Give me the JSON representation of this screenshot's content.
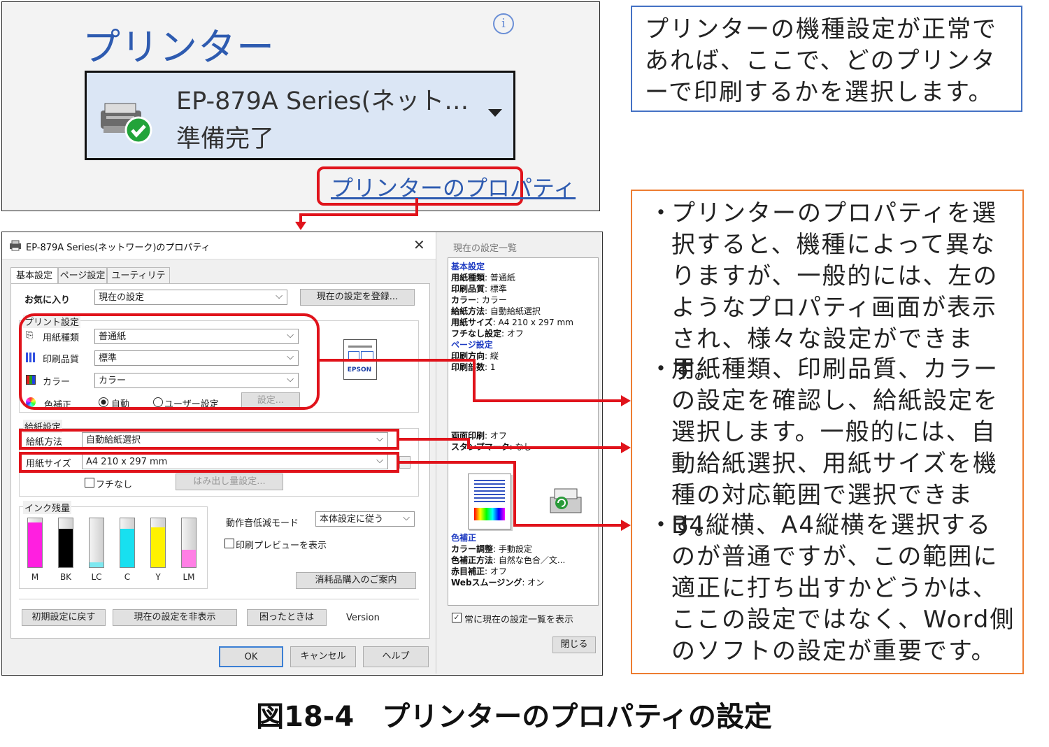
{
  "top_panel": {
    "heading": "プリンター",
    "printer_name": "EP-879A Series(ネット…",
    "printer_status": "準備完了",
    "properties_link": "プリンターのプロパティ",
    "info_icon": "i"
  },
  "callout_top": "プリンターの機種設定が正常であれば、ここで、どのプリンターで印刷するかを選択します。",
  "callout_bullets": [
    "プリンターのプロパティを選択すると、機種によって異なりますが、一般的には、左のようなプロパティ画面が表示され、様々な設定ができます。",
    "用紙種類、印刷品質、カラーの設定を確認し、給紙設定を選択します。一般的には、自動給紙選択、用紙サイズを機種の対応範囲で選択できます。",
    "B4縦横、A4縦横を選択するのが普通ですが、この範囲に適正に打ち出すかどうかは、ここの設定ではなく、Word側のソフトの設定が重要です。"
  ],
  "bullet_mark": "・",
  "dialog": {
    "title": "EP-879A Series(ネットワーク)のプロパティ",
    "close": "✕",
    "tabs": [
      "基本設定",
      "ページ設定",
      "ユーティリティー"
    ],
    "favorites_label": "お気に入り",
    "favorites_value": "現在の設定",
    "register_button": "現在の設定を登録...",
    "print_settings_legend": "プリント設定",
    "paper_type_label": "用紙種類",
    "paper_type_value": "普通紙",
    "quality_label": "印刷品質",
    "quality_value": "標準",
    "color_label": "カラー",
    "color_value": "カラー",
    "color_correction_label": "色補正",
    "auto_option": "自動",
    "user_option": "ユーザー設定",
    "settings_button": "設定...",
    "feed_legend": "給紙設定",
    "feed_method_label": "給紙方法",
    "feed_method_value": "自動給紙選択",
    "paper_size_label": "用紙サイズ",
    "paper_size_value": "A4 210 x 297 mm",
    "borderless_label": "フチなし",
    "overflow_button": "はみ出し量設定...",
    "ink_legend": "インク残量",
    "inks": [
      {
        "name": "M",
        "color": "#ff1fe0",
        "level": 0.92
      },
      {
        "name": "BK",
        "color": "#000000",
        "level": 0.78
      },
      {
        "name": "LC",
        "color": "#7de8f0",
        "level": 0.1
      },
      {
        "name": "C",
        "color": "#18e0f0",
        "level": 0.78
      },
      {
        "name": "Y",
        "color": "#fff200",
        "level": 0.82
      },
      {
        "name": "LM",
        "color": "#ff7fe5",
        "level": 0.36
      }
    ],
    "quiet_mode_label": "動作音低減モード",
    "quiet_mode_value": "本体設定に従う",
    "preview_label": "印刷プレビューを表示",
    "supplies_button": "消耗品購入のご案内",
    "reset_button": "初期設定に戻す",
    "hide_settings_button": "現在の設定を非表示",
    "help_trouble_button": "困ったときは",
    "version_label": "Version",
    "ok_button": "OK",
    "cancel_button": "キャンセル",
    "help_button": "ヘルプ",
    "epson_logo": "EPSON"
  },
  "side_panel": {
    "title": "現在の設定一覧",
    "lines_basic_head": "基本設定",
    "basic": [
      {
        "k": "用紙種類",
        "v": ": 普通紙"
      },
      {
        "k": "印刷品質",
        "v": ": 標準"
      },
      {
        "k": "カラー",
        "v": ": カラー"
      },
      {
        "k": "給紙方法",
        "v": ": 自動給紙選択"
      },
      {
        "k": "用紙サイズ",
        "v": ": A4 210 x 297 mm"
      },
      {
        "k": "フチなし設定",
        "v": ": オフ"
      }
    ],
    "page_head": "ページ設定",
    "page": [
      {
        "k": "印刷方向",
        "v": ": 縦"
      },
      {
        "k": "印刷部数",
        "v": ": 1"
      }
    ],
    "duplex": {
      "k": "両面印刷",
      "v": ": オフ"
    },
    "stamp": {
      "k": "スタンプマーク",
      "v": ": なし"
    },
    "color_head": "色補正",
    "color": [
      {
        "k": "カラー調整",
        "v": ": 手動設定"
      },
      {
        "k": "色補正方法",
        "v": ": 自然な色合／文..."
      },
      {
        "k": "赤目補正",
        "v": ": オフ"
      },
      {
        "k": "Webスムージング",
        "v": ": オン"
      }
    ],
    "always_show_label": "常に現在の設定一覧を表示",
    "close_button": "閉じる"
  },
  "caption": "図18-4　プリンターのプロパティの設定",
  "colors": {
    "accent_red": "#e0131b",
    "link_blue": "#2e5bb0",
    "callout_blue": "#4472c4",
    "callout_orange": "#ed7d31"
  }
}
